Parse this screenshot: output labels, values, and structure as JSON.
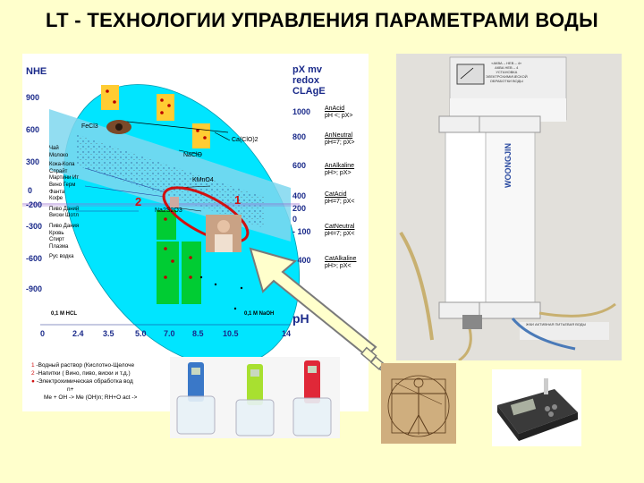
{
  "title": "LT - ТЕХНОЛОГИИ  УПРАВЛЕНИЯ ПАРАМЕТРАМИ ВОДЫ",
  "diagram": {
    "left_axis_title": "NHE",
    "left_ticks": [
      "900",
      "600",
      "300",
      "0",
      "-200",
      "-300",
      "-600",
      "-900"
    ],
    "right_axis_title": [
      "pX mv",
      "redox",
      "CLAgE"
    ],
    "right_ticks": [
      "1000",
      "800",
      "600",
      "400",
      "200",
      "0",
      "- 100",
      "- 400"
    ],
    "bottom_ticks": [
      "0",
      "2.4",
      "3.5",
      "5.0",
      "7.0",
      "8.5",
      "10.5",
      "14"
    ],
    "bottom_axis_label": "pH",
    "left_bottom_label": "0,1 M HCL",
    "right_bottom_label": "0,1 M NaOH",
    "drinks": [
      "Чай",
      "Молоко",
      "Кока-Кола",
      "Спрайт",
      "Мартини Ит",
      "Вино Герм",
      "Фанта",
      "Кофе",
      "Пиво Даний",
      "Виски Шотл",
      "Пиво Дания",
      "Кровь",
      "Спирт",
      "Плазма",
      "Рус водка"
    ],
    "chemicals": [
      "FeCl3",
      "Ca(ClO)2",
      "NaClO",
      "KMnO4",
      "Na2S2O3"
    ],
    "markers": [
      "1",
      "2"
    ],
    "regions": [
      {
        "name": "AnAcid",
        "desc": "pH <; pX>"
      },
      {
        "name": "AnNeutral",
        "desc": "pH=7; pX>"
      },
      {
        "name": "AnAlkaline",
        "desc": "pH>; pX>"
      },
      {
        "name": "CatAcid",
        "desc": "pH=7; pX<"
      },
      {
        "name": "CatNeutral",
        "desc": "pH=7; pX<"
      },
      {
        "name": "CatAlkaline",
        "desc": "pH>; pX<"
      }
    ],
    "legend": [
      {
        "marker": "1",
        "text": " -Водный раствор (Кислотно-Щелоче"
      },
      {
        "marker": "2",
        "text": " -Напитки ( Вино, пиво, виски и т.д.)"
      },
      {
        "marker": "●",
        "text": " -Электрохимическая обработка вод"
      }
    ],
    "equation_1": "n+",
    "equation_2": "Me + OH -> Me (OH)n;       RH+O act ->"
  },
  "device": {
    "brand": "WOONGJIN",
    "label_lines": [
      "«АКВА – НЕВ – 4»",
      "АКВА НЕВ – 4",
      "УСТАНОВКА",
      "ЭЛЕКТРОХИМИЧЕСКОЙ",
      "ОБРАБОТКИ ВОДЫ"
    ],
    "bottom_text": "ЖКИ АКТИВНАЯ ПИТЬЕВАЯ ВОДЫ"
  },
  "colors": {
    "background": "#ffffcc",
    "ellipse": "#00e5ff",
    "band": "#7fd7ef",
    "orange": "#ffcc33",
    "green": "#00cc33",
    "red_mark": "#cc0000",
    "navy": "#1a2a8a"
  }
}
